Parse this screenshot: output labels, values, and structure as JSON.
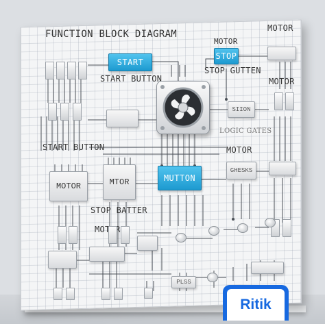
{
  "diagram": {
    "title": "FUNCTION BLOCK DIAGRAM",
    "labels": {
      "motor_top": "MOTOR",
      "motor_stop": "MOTOR",
      "start_button_top": "START BUTTON",
      "stop_gutten": "STOP GUTTEN",
      "motor_right": "MOTOR",
      "start_button_left": "START BUTTON",
      "logic_gates": "LOGIC GATES",
      "motor_mid_right": "MOTOR",
      "stop_batter": "STOP BATTER",
      "motor_bottom_left": "MOTOR"
    },
    "blocks": {
      "start": "START",
      "stop": "STOP",
      "mutton": "MUTTON",
      "motor_left": "MOTOR",
      "mtor": "MTOR",
      "siion": "SIION",
      "ghesks": "GHESKS",
      "plss": "PLSS"
    },
    "colors": {
      "accent": "#1d9ad0",
      "badge": "#1769e0"
    },
    "icons": [
      "fan-icon"
    ]
  },
  "watermark": {
    "text": "Ritik"
  }
}
